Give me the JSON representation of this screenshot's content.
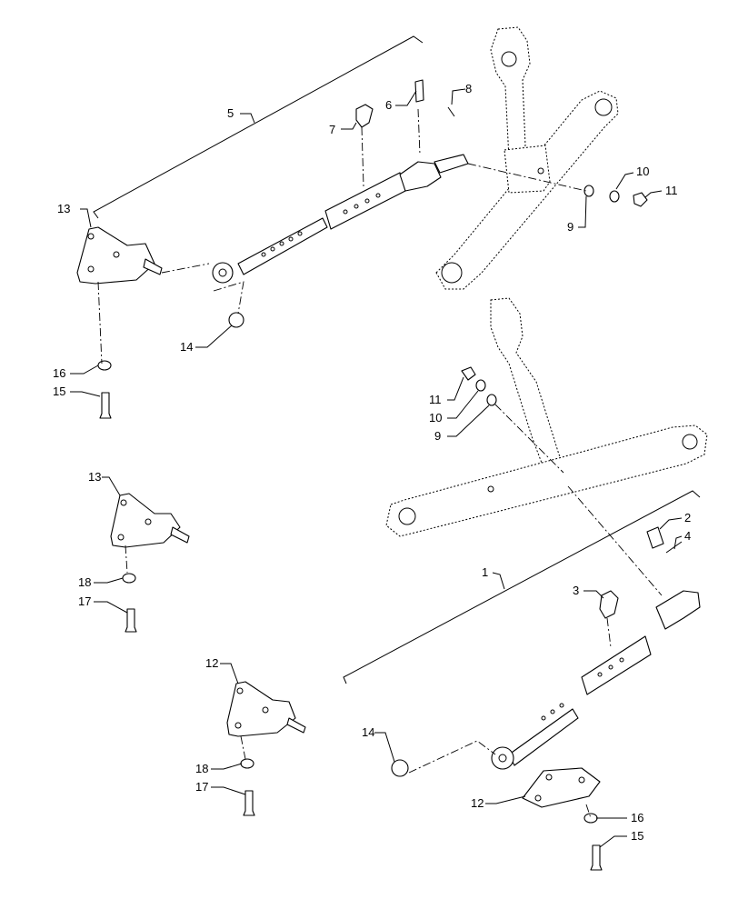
{
  "callouts": {
    "c1": "1",
    "c2": "2",
    "c3": "3",
    "c4": "4",
    "c5": "5",
    "c6": "6",
    "c7": "7",
    "c8": "8",
    "c9a": "9",
    "c10a": "10",
    "c11a": "11",
    "c9b": "9",
    "c10b": "10",
    "c11b": "11",
    "c12a": "12",
    "c12b": "12",
    "c13a": "13",
    "c13b": "13",
    "c14a": "14",
    "c14b": "14",
    "c15a": "15",
    "c15b": "15",
    "c16a": "16",
    "c16b": "16",
    "c17a": "17",
    "c17b": "17",
    "c18a": "18",
    "c18b": "18"
  }
}
